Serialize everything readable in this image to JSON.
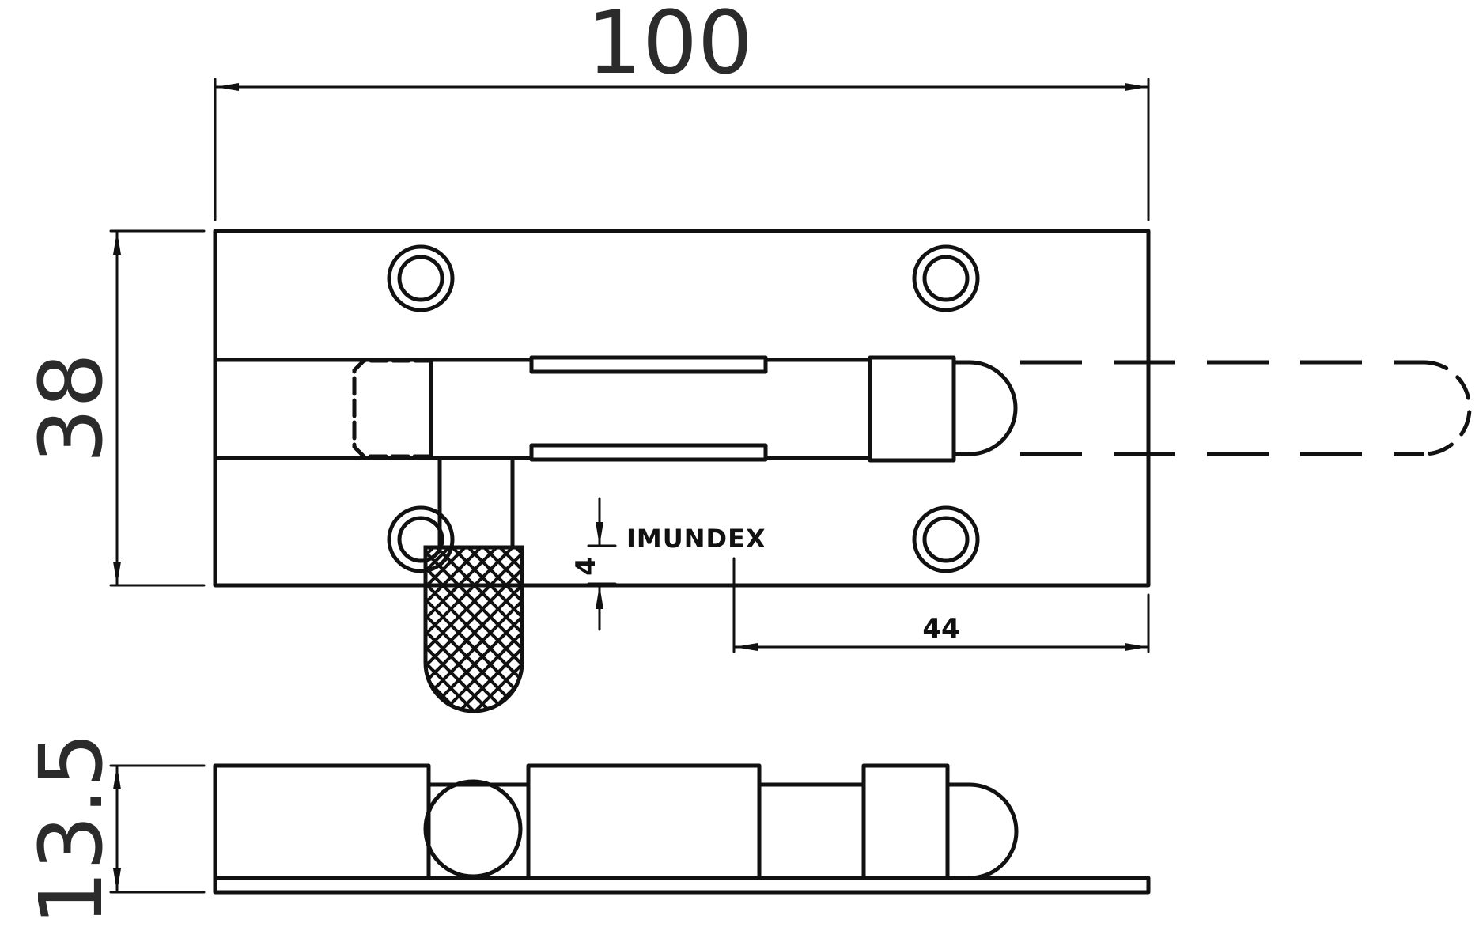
{
  "dimensions": {
    "overall_length": "100",
    "plate_height": "38",
    "profile_height": "13.5",
    "knob_offset": "44",
    "text_height": "4"
  },
  "brand_mark": "IMUNDEX",
  "colors": {
    "line": "#111111",
    "background": "#ffffff",
    "dimension_text": "#2b2b2b"
  }
}
